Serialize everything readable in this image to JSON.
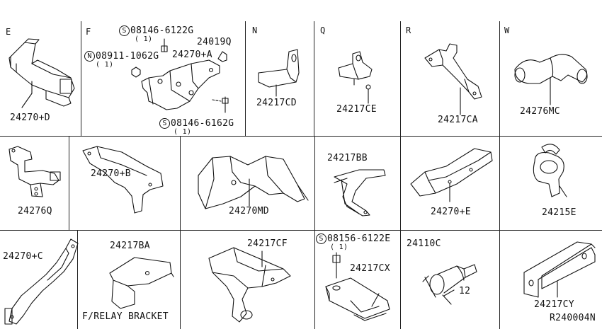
{
  "sections": {
    "E": "E",
    "F": "F",
    "N": "N",
    "Q": "Q",
    "R": "R",
    "W": "W"
  },
  "parts": {
    "e": "24270+D",
    "f_top_bolt": "08146-6122G",
    "f_top_bolt_qty": "( 1)",
    "f_clip": "24019Q",
    "f_bracket": "24270+A",
    "f_nut": "08911-1062G",
    "f_nut_qty": "( 1)",
    "f_bottom_bolt": "08146-6162G",
    "f_bottom_bolt_qty": "( 1)",
    "n": "24217CD",
    "q": "24217CE",
    "r": "24217CA",
    "w": "24276MC",
    "r2_1": "24276Q",
    "r2_2": "24270+B",
    "r2_3": "24270MD",
    "r2_4": "24217BB",
    "r2_5": "24270+E",
    "r2_6": "24215E",
    "r3_1": "24270+C",
    "r3_2": "24217BA",
    "r3_2_caption": "F/RELAY BRACKET",
    "r3_3": "24217CF",
    "r3_4_bolt": "08156-6122E",
    "r3_4_bolt_qty": "( 1)",
    "r3_4": "24217CX",
    "r3_5": "24110C",
    "r3_5_dim": "12",
    "r3_6": "24217CY",
    "ref": "R240004N"
  },
  "symbols": {
    "screw": "S",
    "nut": "N"
  }
}
